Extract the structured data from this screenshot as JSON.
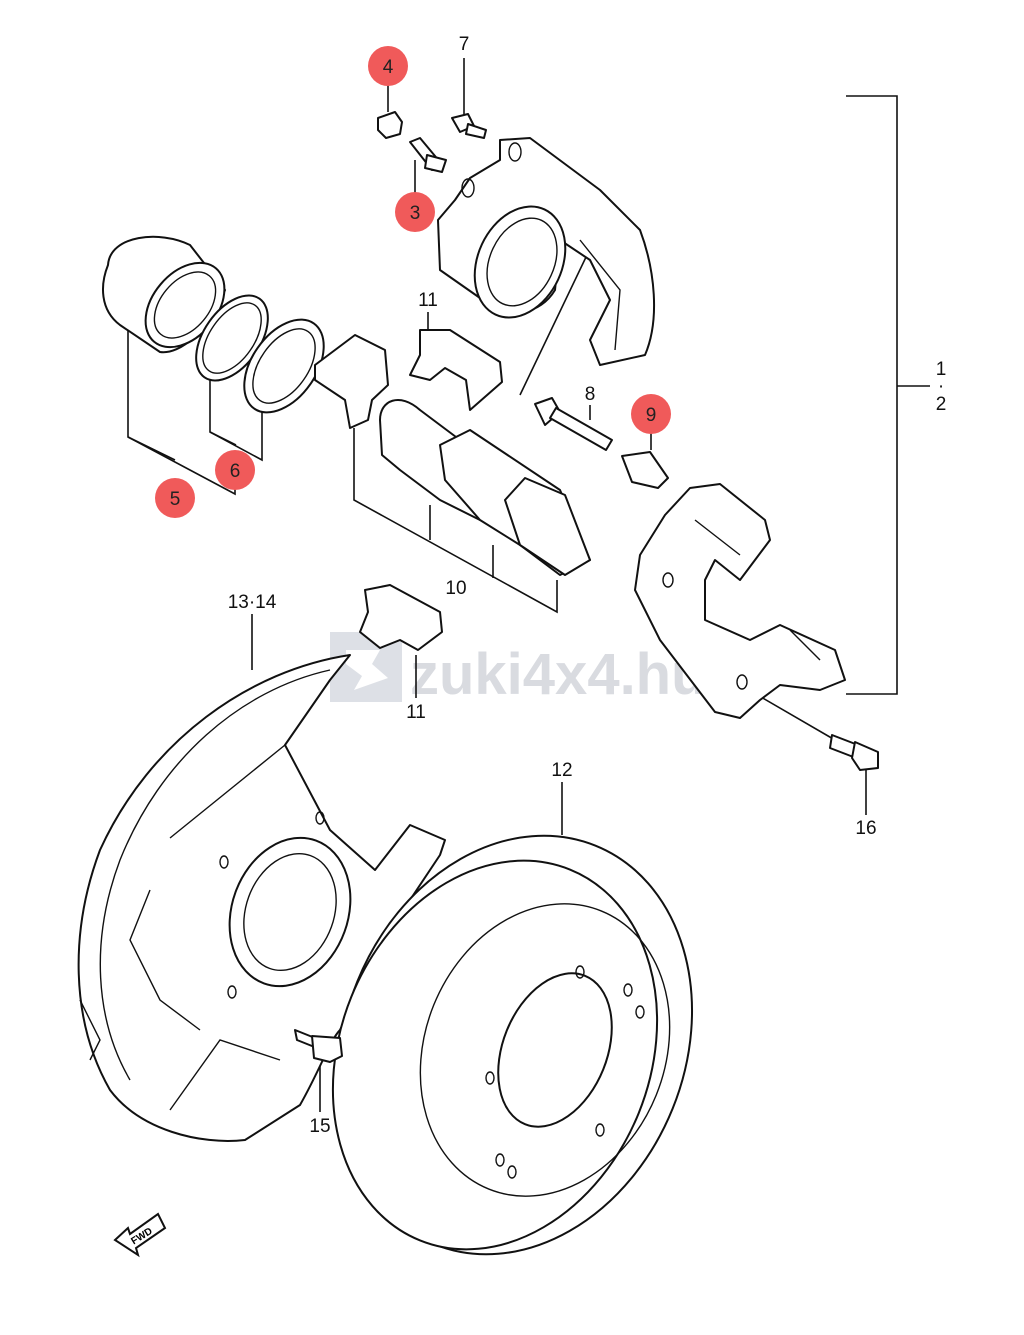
{
  "colors": {
    "highlight": "#f05a5a",
    "line": "#111111",
    "watermark": "#d9dbe0"
  },
  "watermark": {
    "text": "zuki4x4.hu",
    "icon": "suzuki-logo-icon"
  },
  "fwd": {
    "label": "FWD",
    "icon": "arrow-left-icon"
  },
  "callouts": {
    "c1_2": "1",
    "c1_2_sep": "·",
    "c1_2_b": "2",
    "c3": "3",
    "c4": "4",
    "c5": "5",
    "c6": "6",
    "c7": "7",
    "c8": "8",
    "c9": "9",
    "c10": "10",
    "c11_top": "11",
    "c11_bottom": "11",
    "c12": "12",
    "c13_14": "13·14",
    "c15": "15",
    "c16": "16"
  }
}
